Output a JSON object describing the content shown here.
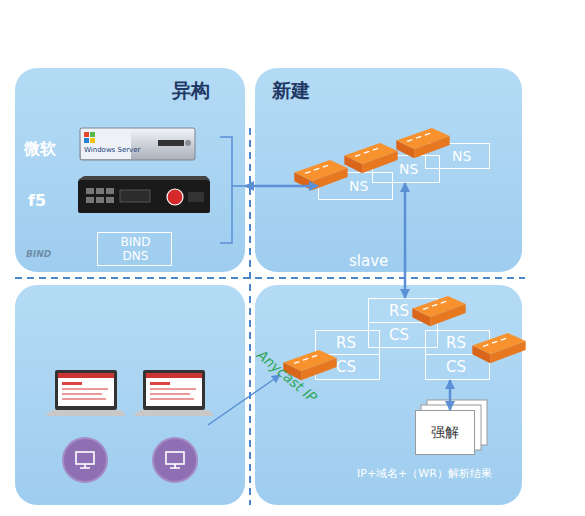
{
  "diagram": {
    "nodes": [
      {
        "text": [
          "异构"
        ]
      },
      {
        "text": [
          "BIND DNS"
        ],
        "in": 0
      },
      {
        "text": [
          "新建"
        ]
      },
      {
        "text": [
          "NS"
        ],
        "in": 2
      },
      {
        "text": [
          "NS"
        ],
        "in": 2
      },
      {
        "text": [
          "NS"
        ],
        "in": 2
      },
      {
        "text": [
          "IP+域名+（WR）解析结果"
        ]
      },
      {
        "text": [
          "RS",
          "CS"
        ],
        "in": 6
      },
      {
        "text": [
          "RS",
          "CS"
        ],
        "in": 6
      },
      {
        "text": [
          "RS",
          "CS"
        ],
        "in": 6
      },
      {
        "text": [
          "强解"
        ],
        "in": 6
      }
    ],
    "edges": [
      {
        "from": 0,
        "to": 3,
        "arrow": "both"
      },
      {
        "from": 4,
        "to": 7,
        "label": "slave",
        "arrow": "both"
      },
      {
        "from": 9,
        "to": 10,
        "arrow": "both"
      }
    ],
    "labels": [
      "微软",
      "Windows Server",
      "f5",
      "BIND",
      "Anycast IP"
    ]
  }
}
